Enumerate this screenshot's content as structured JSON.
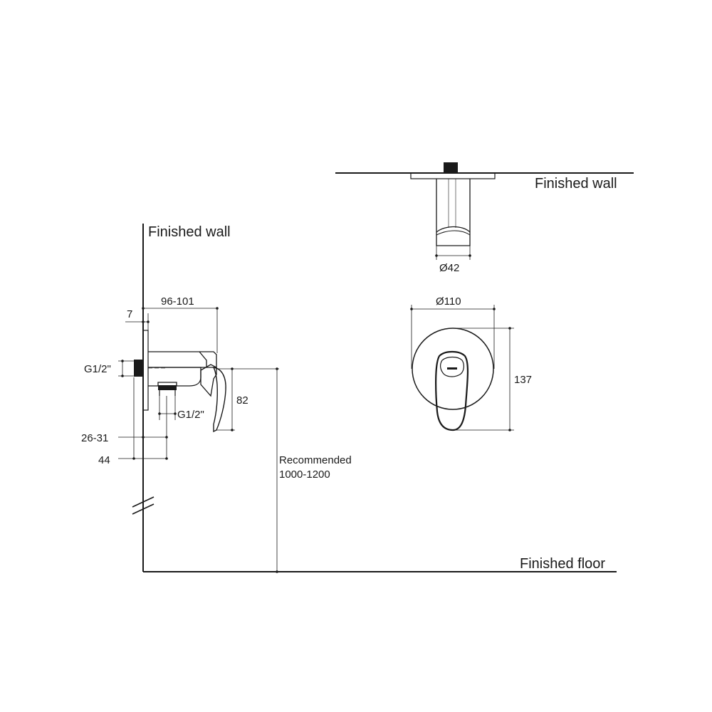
{
  "labels": {
    "wall_side": "Finished wall",
    "wall_top": "Finished wall",
    "floor": "Finished floor",
    "dim_7": "7",
    "dim_96_101": "96-101",
    "dim_g12_left": "G1/2\"",
    "dim_g12_bottom": "G1/2\"",
    "dim_82": "82",
    "dim_26_31": "26-31",
    "dim_44": "44",
    "recommended": "Recommended",
    "recommended_range": "1000-1200",
    "dia_42": "Ø42",
    "dia_110": "Ø110",
    "dim_137": "137"
  }
}
